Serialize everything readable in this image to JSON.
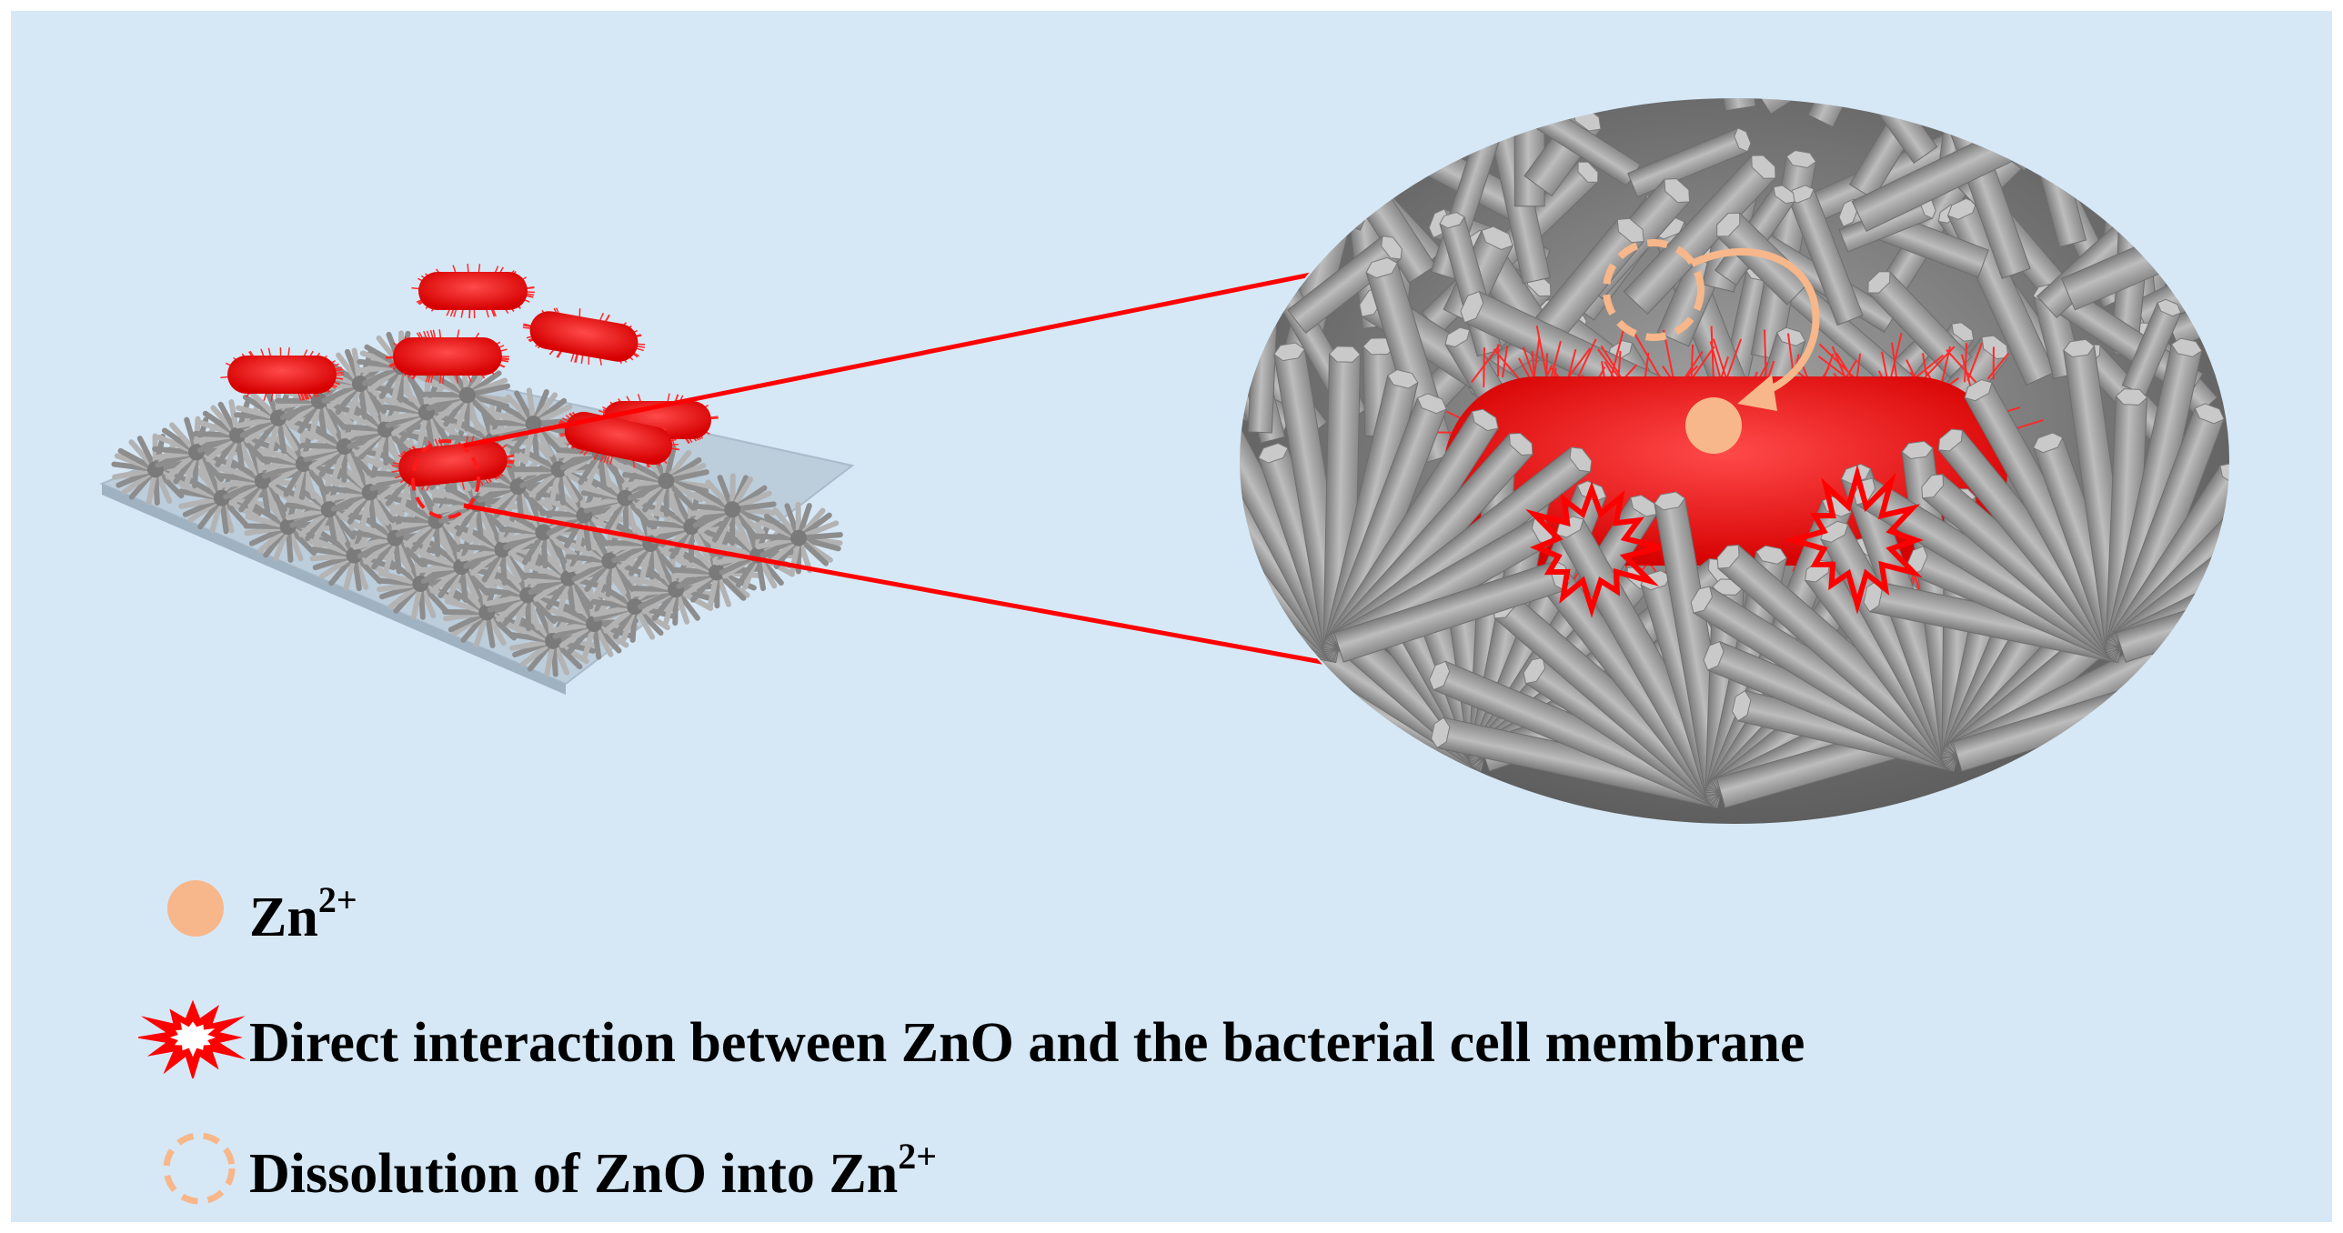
{
  "colors": {
    "background": "#d6e8f6",
    "bacteria": "#ff1a1a",
    "zinc_ion": "#f7b78a",
    "zno_rod": "#9a9a9a",
    "connector": "#ff0000",
    "substrate": "#b9cbd9"
  },
  "icons": {
    "zinc_ion": "filled-circle-icon",
    "interaction": "starburst-icon",
    "dissolution": "dashed-circle-icon"
  },
  "legend": {
    "zn_ion": {
      "base": "Zn",
      "sup": "2+"
    },
    "interaction": {
      "text": "Direct interaction between ZnO and the bacterial cell membrane"
    },
    "dissolution": {
      "prefix": "Dissolution of ZnO into Zn",
      "sup": "2+"
    }
  }
}
